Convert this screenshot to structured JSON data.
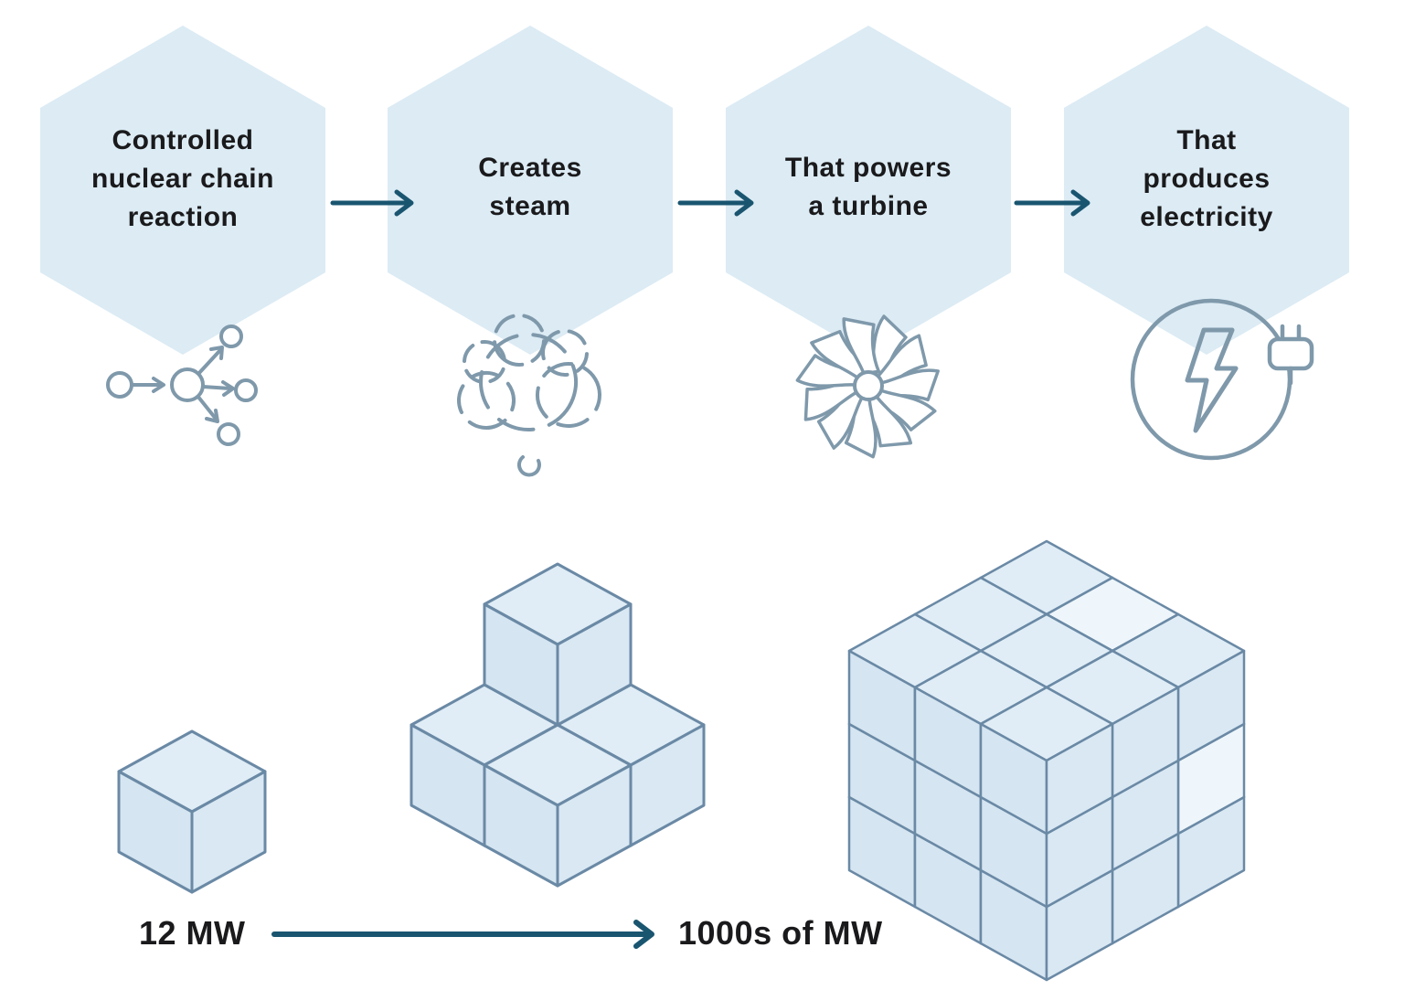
{
  "diagram": {
    "steps": [
      {
        "label": "Controlled\nnuclear chain\nreaction",
        "icon": "chain-reaction-icon"
      },
      {
        "label": "Creates\nsteam",
        "icon": "steam-icon"
      },
      {
        "label": "That powers\na turbine",
        "icon": "turbine-icon"
      },
      {
        "label": "That\nproduces\nelectricity",
        "icon": "electricity-icon"
      }
    ],
    "scale": {
      "start_label": "12 MW",
      "end_label": "1000s of MW"
    },
    "colors": {
      "hex_fill": "#dcebf4",
      "arrow": "#1a5570",
      "icon_stroke": "#7f99ab",
      "text": "#1a1a1c",
      "cube_top": "#e0edf6",
      "cube_left": "#d5e5f1",
      "cube_right": "#d9e8f3",
      "cube_stroke": "#6a89a5",
      "cube_highlight": "#eef6fb"
    }
  }
}
